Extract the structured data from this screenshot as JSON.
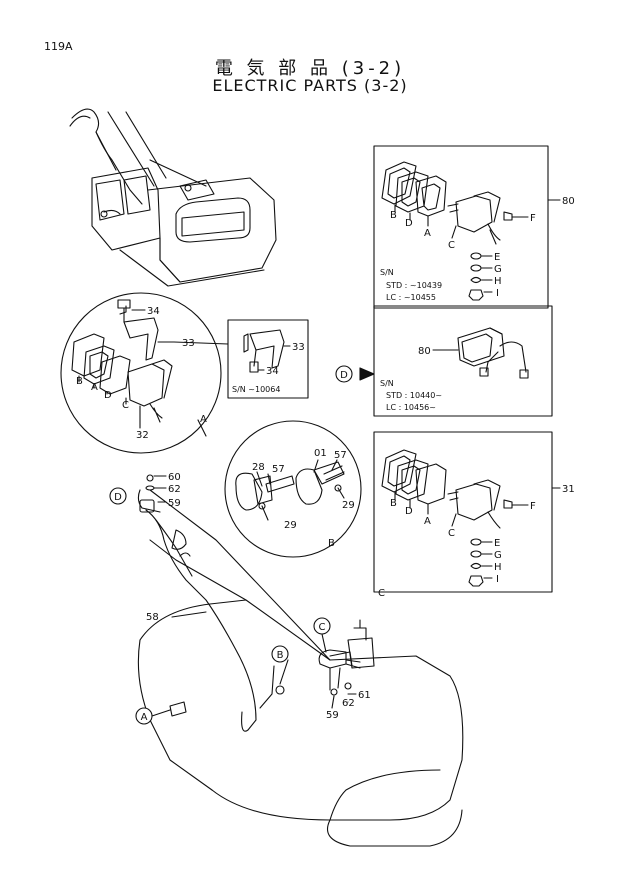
{
  "page_number": "119A",
  "title_jp": "電 気 部 品 (3-2)",
  "title_en": "ELECTRIC PARTS (3-2)",
  "callouts": {
    "A": "A",
    "B": "B",
    "C": "C",
    "D": "D"
  },
  "box_top": {
    "letters": [
      "B",
      "D",
      "A",
      "C",
      "E",
      "F",
      "G",
      "H",
      "I"
    ],
    "part_no": "80",
    "sn_title": "S/N",
    "sn_std": "STD : ~10439",
    "sn_lc": "LC   : ~10455"
  },
  "box_mid": {
    "part_no": "80",
    "sn_title": "S/N",
    "sn_std": "STD : 10440~",
    "sn_lc": "LC   : 10456~"
  },
  "box_bottom": {
    "letters": [
      "B",
      "D",
      "A",
      "C",
      "E",
      "F",
      "G",
      "H",
      "I"
    ],
    "part_no": "31",
    "corner": "C"
  },
  "detail_a": {
    "letters": [
      "B",
      "A",
      "D",
      "C"
    ],
    "parts": [
      "34",
      "33",
      "32"
    ],
    "label": "A"
  },
  "detail_a_inset": {
    "parts": [
      "33",
      "34"
    ],
    "sn": "S/N ~10064"
  },
  "detail_b": {
    "parts": [
      "28",
      "57",
      "01",
      "57",
      "29",
      "29"
    ],
    "label": "B"
  },
  "main": {
    "parts": [
      "60",
      "62",
      "59",
      "58",
      "61",
      "62",
      "59"
    ]
  }
}
